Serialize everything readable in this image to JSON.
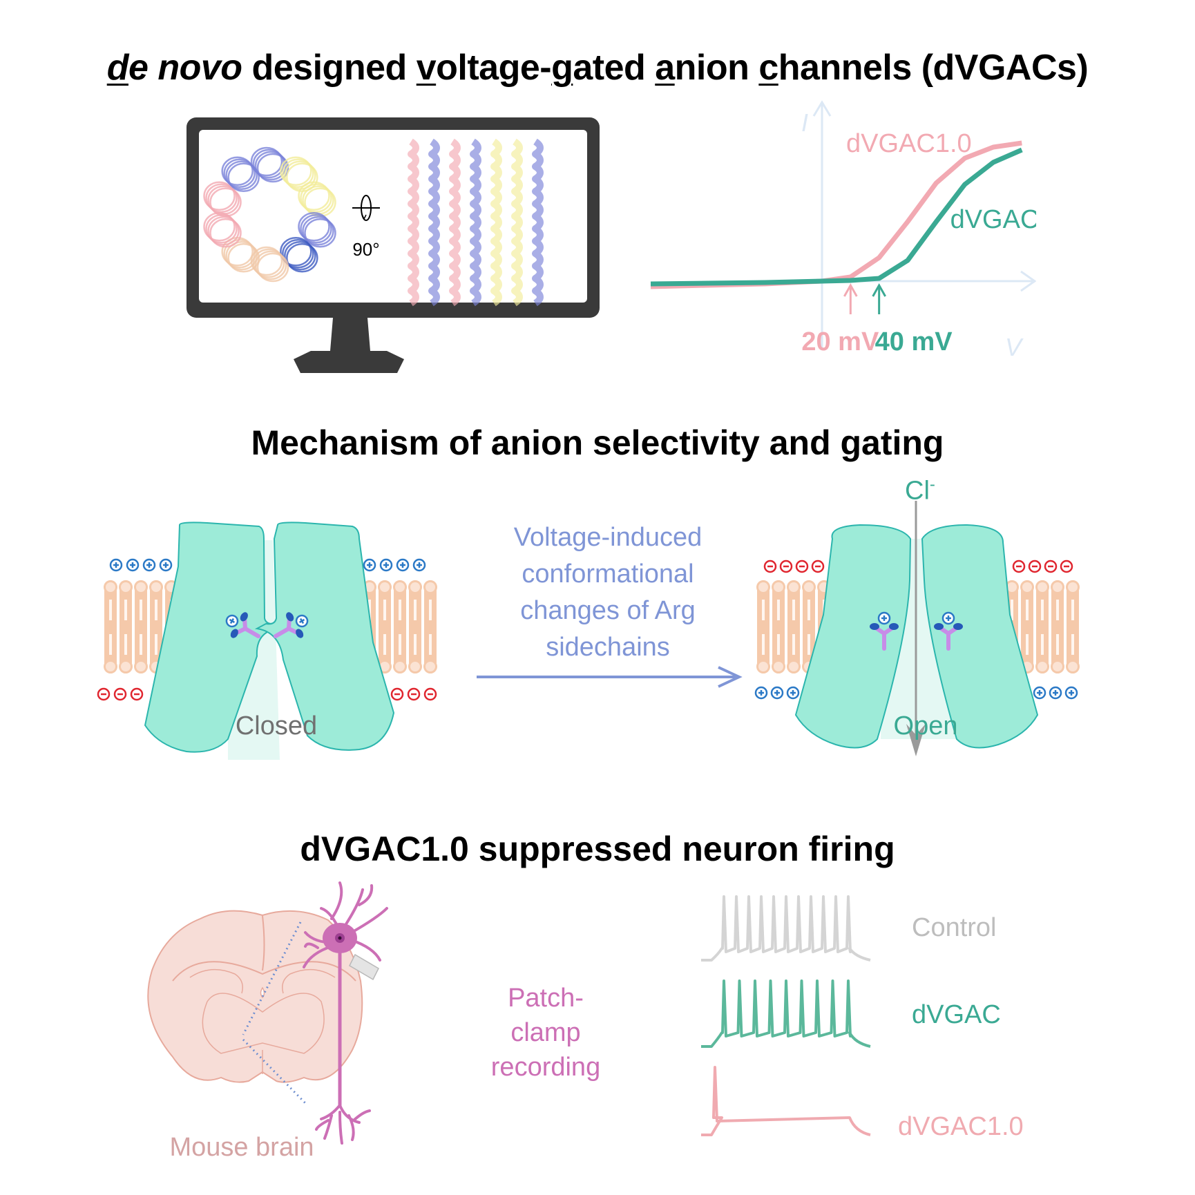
{
  "title": {
    "parts": [
      {
        "text": "d",
        "underline": true,
        "italic": true
      },
      {
        "text": "e novo",
        "underline": false,
        "italic": true
      },
      {
        "text": " designed ",
        "underline": false,
        "italic": false
      },
      {
        "text": "v",
        "underline": true,
        "italic": false
      },
      {
        "text": "oltage-",
        "underline": false,
        "italic": false
      },
      {
        "text": "g",
        "underline": true,
        "italic": false
      },
      {
        "text": "ated ",
        "underline": false,
        "italic": false
      },
      {
        "text": "a",
        "underline": true,
        "italic": false
      },
      {
        "text": "nion ",
        "underline": false,
        "italic": false
      },
      {
        "text": "c",
        "underline": true,
        "italic": false
      },
      {
        "text": "hannels (dVGACs)",
        "underline": false,
        "italic": false
      }
    ]
  },
  "design_panel": {
    "rotation_label": "90°",
    "colors": {
      "bezel": "#3a3a3a",
      "screen": "#ffffff",
      "helix_blue": "#7b83d9",
      "helix_pink": "#f2a9b2",
      "helix_yellow": "#f2ec9a",
      "helix_peach": "#f0c8a8",
      "helix_darkblue": "#3d5bc2"
    }
  },
  "chart_data": {
    "type": "line",
    "title": "",
    "xlabel": "V",
    "ylabel": "I",
    "legend": "inline labels",
    "series": [
      {
        "name": "dVGAC1.0",
        "color": "#f2a9b2",
        "activation_threshold_mV": 20,
        "x": [
          -120,
          -80,
          -40,
          0,
          20,
          40,
          60,
          80,
          100,
          120,
          140
        ],
        "y": [
          -0.04,
          -0.03,
          -0.02,
          0.0,
          0.03,
          0.17,
          0.43,
          0.71,
          0.89,
          0.97,
          1.0
        ]
      },
      {
        "name": "dVGAC",
        "color": "#3aa993",
        "activation_threshold_mV": 40,
        "x": [
          -120,
          -80,
          -40,
          0,
          20,
          40,
          60,
          80,
          100,
          120,
          140
        ],
        "y": [
          -0.02,
          -0.015,
          -0.01,
          0.0,
          0.005,
          0.02,
          0.15,
          0.43,
          0.7,
          0.86,
          0.95
        ]
      }
    ],
    "annotations": [
      {
        "text": "20 mV",
        "color": "#f2a9b2",
        "x": 20
      },
      {
        "text": "40 mV",
        "color": "#3aa993",
        "x": 40
      }
    ],
    "axis_color": "#dce8f5",
    "xlim": [
      -120,
      150
    ],
    "ylim": [
      -0.1,
      1.2
    ]
  },
  "mechanism": {
    "heading": "Mechanism of anion selectivity and gating",
    "arrow_text": [
      "Voltage-induced",
      "conformational",
      "changes of Arg",
      "sidechains"
    ],
    "closed_label": "Closed",
    "open_label": "Open",
    "ion_label": "Cl",
    "ion_charge": "-",
    "colors": {
      "protein": "#9debd8",
      "protein_edge": "#2bb5ad",
      "pore": "#e4f8f3",
      "lipid": "#f5c9aa",
      "lipid_head": "#fbe3d4",
      "plus": "#2b79c6",
      "minus": "#e0262f",
      "arrow": "#7f95d6",
      "arg_stick": "#c78ce8",
      "arg_node": "#2659b8",
      "cl_arrow": "#9a9a9a"
    }
  },
  "firing": {
    "heading": "dVGAC1.0 suppressed neuron firing",
    "brain_label": "Mouse brain",
    "recording_label": [
      "Patch-",
      "clamp",
      "recording"
    ],
    "traces": [
      {
        "name": "Control",
        "color": "#d4d4d4",
        "label_color": "#bdbdbd",
        "spikes": 11
      },
      {
        "name": "dVGAC",
        "color": "#5bb89b",
        "label_color": "#3aa993",
        "spikes": 9
      },
      {
        "name": "dVGAC1.0",
        "color": "#f0aab0",
        "label_color": "#f0aab0",
        "spikes": 1
      }
    ],
    "colors": {
      "brain_fill": "#f7ddd7",
      "brain_line": "#e7a99c",
      "brain_label": "#d4a3a3",
      "neuron": "#cc6fb5",
      "recording_label": "#cc6fb5",
      "dotted": "#6f8fd0"
    }
  }
}
